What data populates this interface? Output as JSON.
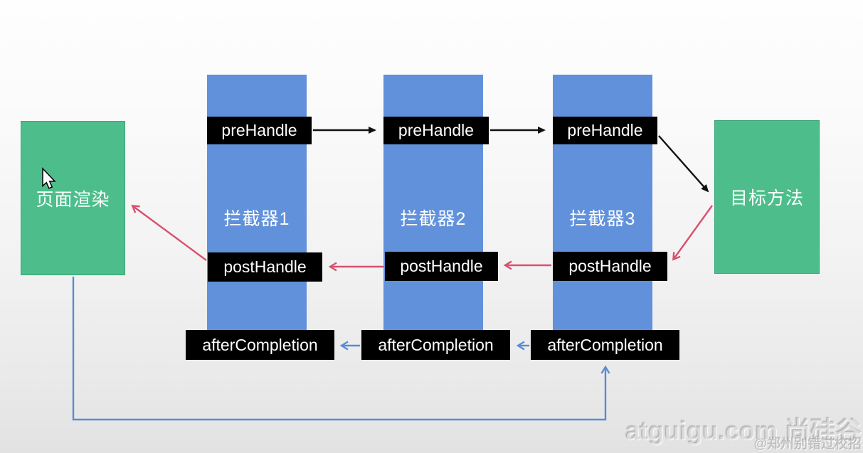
{
  "nodes": {
    "page_render": {
      "label": "页面渲染"
    },
    "target_method": {
      "label": "目标方法"
    },
    "interceptors": [
      {
        "name": "拦截器1",
        "pre_handle": "preHandle",
        "post_handle": "postHandle",
        "after_completion": "afterCompletion"
      },
      {
        "name": "拦截器2",
        "pre_handle": "preHandle",
        "post_handle": "postHandle",
        "after_completion": "afterCompletion"
      },
      {
        "name": "拦截器3",
        "pre_handle": "preHandle",
        "post_handle": "postHandle",
        "after_completion": "afterCompletion"
      }
    ]
  },
  "colors": {
    "node_green": "#4dbe8b",
    "interceptor_blue": "#6191db",
    "label_bg": "#000000",
    "label_text": "#ffffff",
    "pre_arrow": "#111111",
    "post_arrow": "#d9506e",
    "after_arrow": "#5b8bd3"
  },
  "watermark": {
    "primary": "atguigu.com 尚硅谷",
    "secondary": "@郑州别错过校招"
  }
}
